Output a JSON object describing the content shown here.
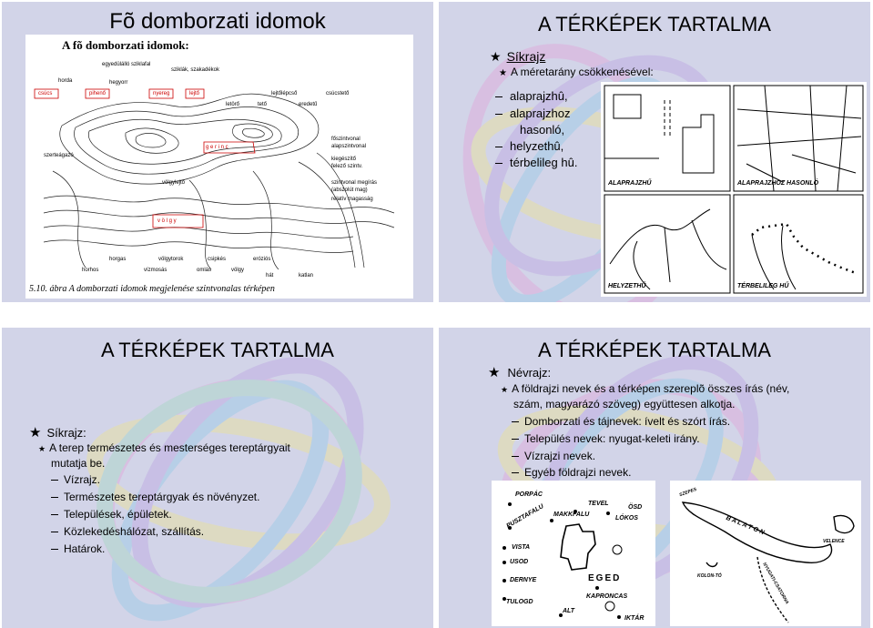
{
  "slides": [
    {
      "title": "Fõ domborzati idomok",
      "figure_heading": "A fõ domborzati idomok:",
      "caption": "5.10. ábra  A domborzati idomok megjelenése szintvonalas térképen",
      "labels_top": [
        "egyedülálló sziklafal",
        "sziklák, szakadékok",
        "horda",
        "hegyorr",
        "nyereg",
        "lejtő",
        "csúcs",
        "pihenő",
        "lejtőlépcső",
        "letörő",
        "tető",
        "eredetű",
        "csúcstető",
        "szerteágazó",
        "völgylejtő"
      ],
      "labels_right": [
        "főszintvonal",
        "alapszintvonal",
        "kiegészítő",
        "felező szintv.",
        "szintvonal megírás",
        "(abszolút mag)",
        "relatív magasság"
      ],
      "labels_bottom": [
        "horhos",
        "vízmosás",
        "omlás",
        "völgy",
        "völgytorok",
        "horgas",
        "csipkés",
        "eróziós",
        "katlan",
        "hát"
      ],
      "label_ridge": "g e r i n c",
      "label_valley": "v ö l g y"
    },
    {
      "title": "A TÉRKÉPEK TARTALMA",
      "heading": "Síkrajz",
      "subheading": "A méretarány csökkenésével:",
      "items": [
        "alaprajzhû,",
        "alaprajzhoz",
        "hasonló,",
        "helyzethû,",
        "térbelileg hû."
      ],
      "map_captions": [
        "ALAPRAJZHŰ",
        "ALAPRAJZHOZ HASONLÓ",
        "HELYZETHŰ",
        "TÉRBELILEG HŰ"
      ]
    },
    {
      "title": "A TÉRKÉPEK TARTALMA",
      "heading": "Síkrajz:",
      "sub_line1": "A terep természetes és mesterséges tereptárgyait",
      "sub_line2": "mutatja be.",
      "items": [
        "Vízrajz.",
        "Természetes tereptárgyak és növényzet.",
        "Települések, épületek.",
        "Közlekedéshálózat, szállítás.",
        "Határok."
      ]
    },
    {
      "title": "A TÉRKÉPEK TARTALMA",
      "heading": "Névrajz:",
      "sub_line1": "A földrajzi nevek és a térképen szereplõ összes írás (név,",
      "sub_line2": "szám, magyarázó szöveg) együttesen alkotja.",
      "items": [
        "Domborzati és tájnevek: ívelt és szórt írás.",
        "Település nevek: nyugat-keleti irány.",
        "Vízrajzi nevek.",
        "Egyéb földrajzi nevek."
      ],
      "map1_names": [
        "PORPÁC",
        "PUSZTAFALU",
        "MAKKFALU",
        "TEVEL",
        "ÖSD",
        "LÓKOS",
        "VISTA",
        "USOD",
        "DERNYE",
        "EGED",
        "TULOGD",
        "ALT",
        "KAPRONCAS",
        "IKTÁR"
      ],
      "map2_names": [
        "B A L A T O N",
        "KOLON-TÓ",
        "NYUGATI-CSATORNA",
        "VELENCE",
        "SZEPES"
      ]
    }
  ],
  "colors": {
    "slide_bg": "#d2d4e8",
    "text": "#000000",
    "figure_bg": "#ffffff"
  }
}
